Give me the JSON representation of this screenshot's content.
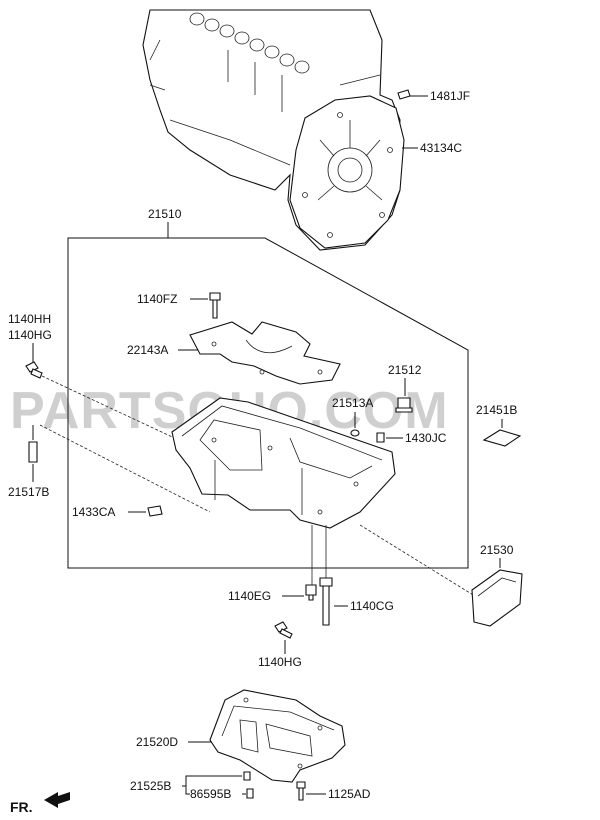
{
  "watermark": "PARTSOUQ.COM",
  "direction_label": "FR.",
  "labels": {
    "l_1481JF": "1481JF",
    "l_43134C": "43134C",
    "l_21510": "21510",
    "l_1140FZ": "1140FZ",
    "l_1140HH": "1140HH",
    "l_1140HG_top": "1140HG",
    "l_22143A": "22143A",
    "l_21512": "21512",
    "l_21513A": "21513A",
    "l_21451B": "21451B",
    "l_1430JC": "1430JC",
    "l_21517B": "21517B",
    "l_1433CA": "1433CA",
    "l_21530": "21530",
    "l_1140EG": "1140EG",
    "l_1140CG": "1140CG",
    "l_1140HG_bottom": "1140HG",
    "l_21520D": "21520D",
    "l_21525B": "21525B",
    "l_86595B": "86595B",
    "l_1125AD": "1125AD"
  }
}
